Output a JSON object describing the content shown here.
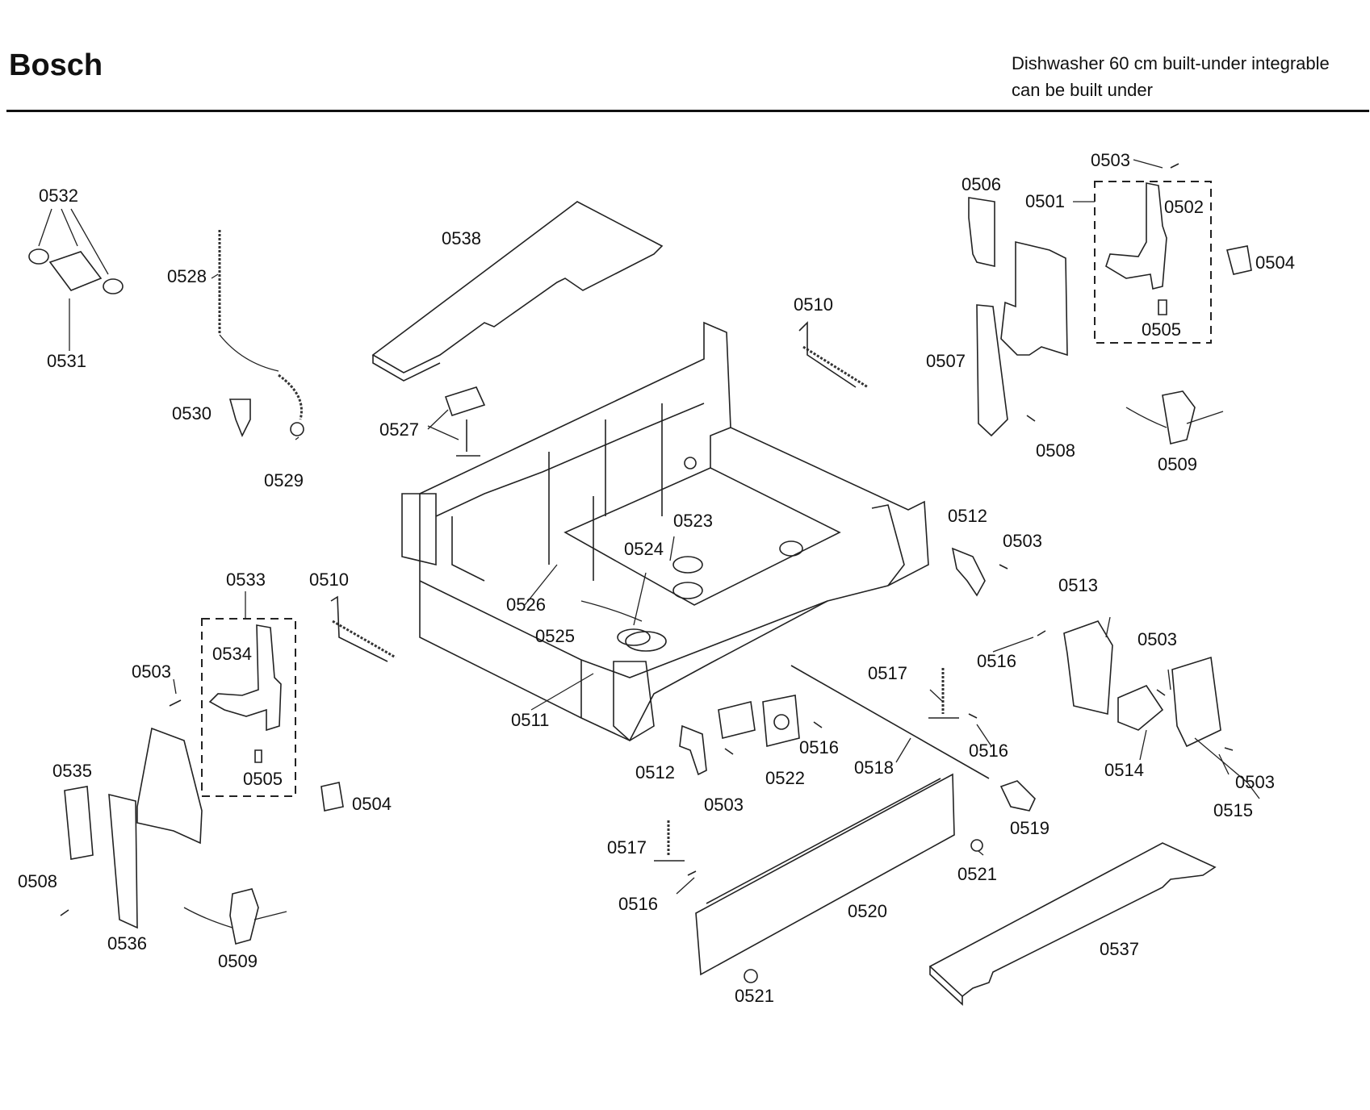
{
  "header": {
    "brand": "Bosch",
    "model_line1": "Dishwasher 60 cm built-under integrable",
    "model_line2": "can be built under"
  },
  "parts": {
    "p0501": "0501",
    "p0502": "0502",
    "p0503": "0503",
    "p0504": "0504",
    "p0505": "0505",
    "p0506": "0506",
    "p0507": "0507",
    "p0508": "0508",
    "p0509": "0509",
    "p0510": "0510",
    "p0511": "0511",
    "p0512": "0512",
    "p0513": "0513",
    "p0514": "0514",
    "p0515": "0515",
    "p0516": "0516",
    "p0517": "0517",
    "p0518": "0518",
    "p0519": "0519",
    "p0520": "0520",
    "p0521": "0521",
    "p0522": "0522",
    "p0523": "0523",
    "p0524": "0524",
    "p0525": "0525",
    "p0526": "0526",
    "p0527": "0527",
    "p0528": "0528",
    "p0529": "0529",
    "p0530": "0530",
    "p0531": "0531",
    "p0532": "0532",
    "p0533": "0533",
    "p0534": "0534",
    "p0535": "0535",
    "p0536": "0536",
    "p0537": "0537",
    "p0538": "0538"
  }
}
